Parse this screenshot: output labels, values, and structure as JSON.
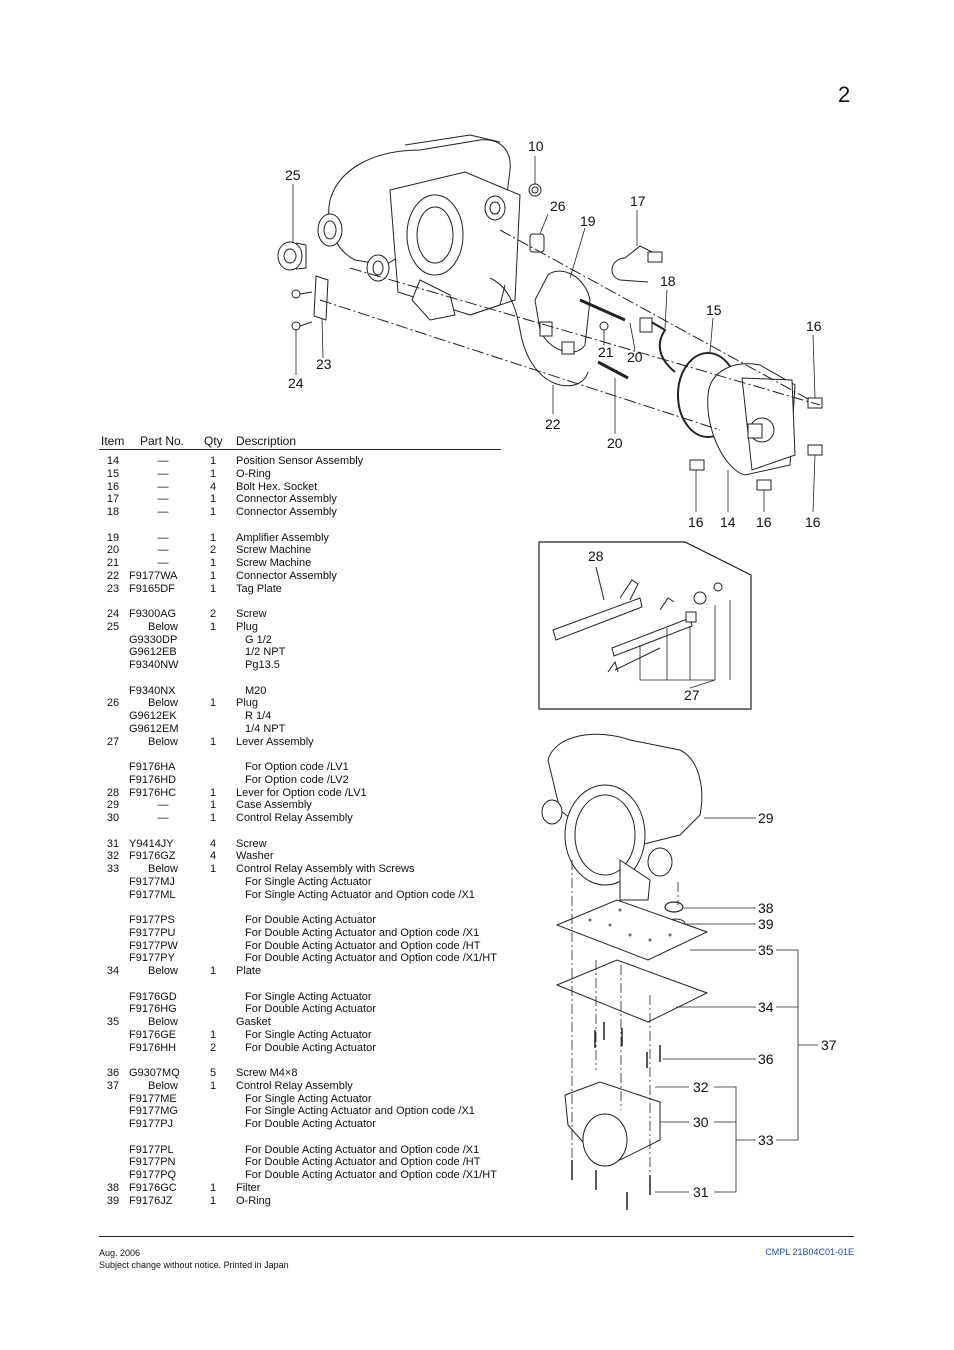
{
  "page_number": "2",
  "table": {
    "headers": {
      "item": "Item",
      "part": "Part No.",
      "qty": "Qty",
      "desc": "Description"
    },
    "rows": [
      {
        "item": "14",
        "part": "—",
        "qty": "1",
        "desc": "Position Sensor Assembly",
        "sub": false,
        "center": true
      },
      {
        "item": "15",
        "part": "—",
        "qty": "1",
        "desc": "O-Ring",
        "sub": false,
        "center": true
      },
      {
        "item": "16",
        "part": "—",
        "qty": "4",
        "desc": "Bolt Hex. Socket",
        "sub": false,
        "center": true
      },
      {
        "item": "17",
        "part": "—",
        "qty": "1",
        "desc": "Connector Assembly",
        "sub": false,
        "center": true
      },
      {
        "item": "18",
        "part": "—",
        "qty": "1",
        "desc": "Connector Assembly",
        "sub": false,
        "center": true
      },
      {
        "item": "",
        "part": "",
        "qty": "",
        "desc": "",
        "sub": false,
        "center": false
      },
      {
        "item": "19",
        "part": "—",
        "qty": "1",
        "desc": "Amplifier Assembly",
        "sub": false,
        "center": true
      },
      {
        "item": "20",
        "part": "—",
        "qty": "2",
        "desc": "Screw Machine",
        "sub": false,
        "center": true
      },
      {
        "item": "21",
        "part": "—",
        "qty": "1",
        "desc": "Screw Machine",
        "sub": false,
        "center": true
      },
      {
        "item": "22",
        "part": "F9177WA",
        "qty": "1",
        "desc": "Connector Assembly",
        "sub": false,
        "center": false
      },
      {
        "item": "23",
        "part": "F9165DF",
        "qty": "1",
        "desc": "Tag Plate",
        "sub": false,
        "center": false
      },
      {
        "item": "",
        "part": "",
        "qty": "",
        "desc": "",
        "sub": false,
        "center": false
      },
      {
        "item": "24",
        "part": "F9300AG",
        "qty": "2",
        "desc": "Screw",
        "sub": false,
        "center": false
      },
      {
        "item": "25",
        "part": "Below",
        "qty": "1",
        "desc": "Plug",
        "sub": false,
        "center": true
      },
      {
        "item": "",
        "part": "G9330DP",
        "qty": "",
        "desc": "G 1/2",
        "sub": true,
        "center": false
      },
      {
        "item": "",
        "part": "G9612EB",
        "qty": "",
        "desc": "1/2 NPT",
        "sub": true,
        "center": false
      },
      {
        "item": "",
        "part": "F9340NW",
        "qty": "",
        "desc": "Pg13.5",
        "sub": true,
        "center": false
      },
      {
        "item": "",
        "part": "",
        "qty": "",
        "desc": "",
        "sub": false,
        "center": false
      },
      {
        "item": "",
        "part": "F9340NX",
        "qty": "",
        "desc": "M20",
        "sub": true,
        "center": false
      },
      {
        "item": "26",
        "part": "Below",
        "qty": "1",
        "desc": "Plug",
        "sub": false,
        "center": true
      },
      {
        "item": "",
        "part": "G9612EK",
        "qty": "",
        "desc": "R 1/4",
        "sub": true,
        "center": false
      },
      {
        "item": "",
        "part": "G9612EM",
        "qty": "",
        "desc": "1/4 NPT",
        "sub": true,
        "center": false
      },
      {
        "item": "27",
        "part": "Below",
        "qty": "1",
        "desc": "Lever Assembly",
        "sub": false,
        "center": true
      },
      {
        "item": "",
        "part": "",
        "qty": "",
        "desc": "",
        "sub": false,
        "center": false
      },
      {
        "item": "",
        "part": "F9176HA",
        "qty": "",
        "desc": "For Option code /LV1",
        "sub": true,
        "center": false
      },
      {
        "item": "",
        "part": "F9176HD",
        "qty": "",
        "desc": "For Option code /LV2",
        "sub": true,
        "center": false
      },
      {
        "item": "28",
        "part": "F9176HC",
        "qty": "1",
        "desc": "Lever for Option code /LV1",
        "sub": false,
        "center": false
      },
      {
        "item": "29",
        "part": "—",
        "qty": "1",
        "desc": "Case Assembly",
        "sub": false,
        "center": true
      },
      {
        "item": "30",
        "part": "—",
        "qty": "1",
        "desc": "Control Relay Assembly",
        "sub": false,
        "center": true
      },
      {
        "item": "",
        "part": "",
        "qty": "",
        "desc": "",
        "sub": false,
        "center": false
      },
      {
        "item": "31",
        "part": "Y9414JY",
        "qty": "4",
        "desc": "Screw",
        "sub": false,
        "center": false
      },
      {
        "item": "32",
        "part": "F9176GZ",
        "qty": "4",
        "desc": "Washer",
        "sub": false,
        "center": false
      },
      {
        "item": "33",
        "part": "Below",
        "qty": "1",
        "desc": "Control Relay Assembly with Screws",
        "sub": false,
        "center": true
      },
      {
        "item": "",
        "part": "F9177MJ",
        "qty": "",
        "desc": "For Single Acting Actuator",
        "sub": true,
        "center": false
      },
      {
        "item": "",
        "part": "F9177ML",
        "qty": "",
        "desc": "For Single Acting Actuator and Option code /X1",
        "sub": true,
        "center": false
      },
      {
        "item": "",
        "part": "",
        "qty": "",
        "desc": "",
        "sub": false,
        "center": false
      },
      {
        "item": "",
        "part": "F9177PS",
        "qty": "",
        "desc": "For Double Acting Actuator",
        "sub": true,
        "center": false
      },
      {
        "item": "",
        "part": "F9177PU",
        "qty": "",
        "desc": "For Double Acting Actuator and Option code /X1",
        "sub": true,
        "center": false
      },
      {
        "item": "",
        "part": "F9177PW",
        "qty": "",
        "desc": "For Double Acting Actuator and Option code /HT",
        "sub": true,
        "center": false
      },
      {
        "item": "",
        "part": "F9177PY",
        "qty": "",
        "desc": "For Double Acting Actuator and Option code /X1/HT",
        "sub": true,
        "center": false
      },
      {
        "item": "34",
        "part": "Below",
        "qty": "1",
        "desc": "Plate",
        "sub": false,
        "center": true
      },
      {
        "item": "",
        "part": "",
        "qty": "",
        "desc": "",
        "sub": false,
        "center": false
      },
      {
        "item": "",
        "part": "F9176GD",
        "qty": "",
        "desc": "For Single Acting Actuator",
        "sub": true,
        "center": false
      },
      {
        "item": "",
        "part": "F9176HG",
        "qty": "",
        "desc": "For Double Acting Actuator",
        "sub": true,
        "center": false
      },
      {
        "item": "35",
        "part": "Below",
        "qty": "",
        "desc": "Gasket",
        "sub": false,
        "center": true
      },
      {
        "item": "",
        "part": "F9176GE",
        "qty": "1",
        "desc": "For Single Acting Actuator",
        "sub": true,
        "center": false
      },
      {
        "item": "",
        "part": "F9176HH",
        "qty": "2",
        "desc": "For Double Acting Actuator",
        "sub": true,
        "center": false
      },
      {
        "item": "",
        "part": "",
        "qty": "",
        "desc": "",
        "sub": false,
        "center": false
      },
      {
        "item": "36",
        "part": "G9307MQ",
        "qty": "5",
        "desc": "Screw M4×8",
        "sub": false,
        "center": false
      },
      {
        "item": "37",
        "part": "Below",
        "qty": "1",
        "desc": "Control Relay Assembly",
        "sub": false,
        "center": true
      },
      {
        "item": "",
        "part": "F9177ME",
        "qty": "",
        "desc": "For Single Acting Actuator",
        "sub": true,
        "center": false
      },
      {
        "item": "",
        "part": "F9177MG",
        "qty": "",
        "desc": "For Single Acting Actuator and Option code /X1",
        "sub": true,
        "center": false
      },
      {
        "item": "",
        "part": "F9177PJ",
        "qty": "",
        "desc": "For Double Acting Actuator",
        "sub": true,
        "center": false
      },
      {
        "item": "",
        "part": "",
        "qty": "",
        "desc": "",
        "sub": false,
        "center": false
      },
      {
        "item": "",
        "part": "F9177PL",
        "qty": "",
        "desc": "For Double Acting Actuator and Option code /X1",
        "sub": true,
        "center": false
      },
      {
        "item": "",
        "part": "F9177PN",
        "qty": "",
        "desc": "For Double Acting Actuator and Option code /HT",
        "sub": true,
        "center": false
      },
      {
        "item": "",
        "part": "F9177PQ",
        "qty": "",
        "desc": "For Double Acting Actuator and Option code /X1/HT",
        "sub": true,
        "center": false
      },
      {
        "item": "38",
        "part": "F9176GC",
        "qty": "1",
        "desc": "Filter",
        "sub": false,
        "center": false
      },
      {
        "item": "39",
        "part": "F9176JZ",
        "qty": "1",
        "desc": "O-Ring",
        "sub": false,
        "center": false
      }
    ]
  },
  "callouts": {
    "c10": "10",
    "c25": "25",
    "c26": "26",
    "c19": "19",
    "c17": "17",
    "c18": "18",
    "c15": "15",
    "c16a": "16",
    "c21": "21",
    "c20a": "20",
    "c23": "23",
    "c24": "24",
    "c22": "22",
    "c20b": "20",
    "c16b": "16",
    "c14": "14",
    "c16c": "16",
    "c16d": "16",
    "c28": "28",
    "c27": "27",
    "c29": "29",
    "c38": "38",
    "c39": "39",
    "c35": "35",
    "c34": "34",
    "c37": "37",
    "c36": "36",
    "c32": "32",
    "c30": "30",
    "c33": "33",
    "c31": "31"
  },
  "footer": {
    "date": "Aug. 2006",
    "notice": "Subject change without notice. Printed in Japan",
    "doc_code": "CMPL 21B04C01-01E",
    "doc_code_color": "#1f4fa0"
  }
}
